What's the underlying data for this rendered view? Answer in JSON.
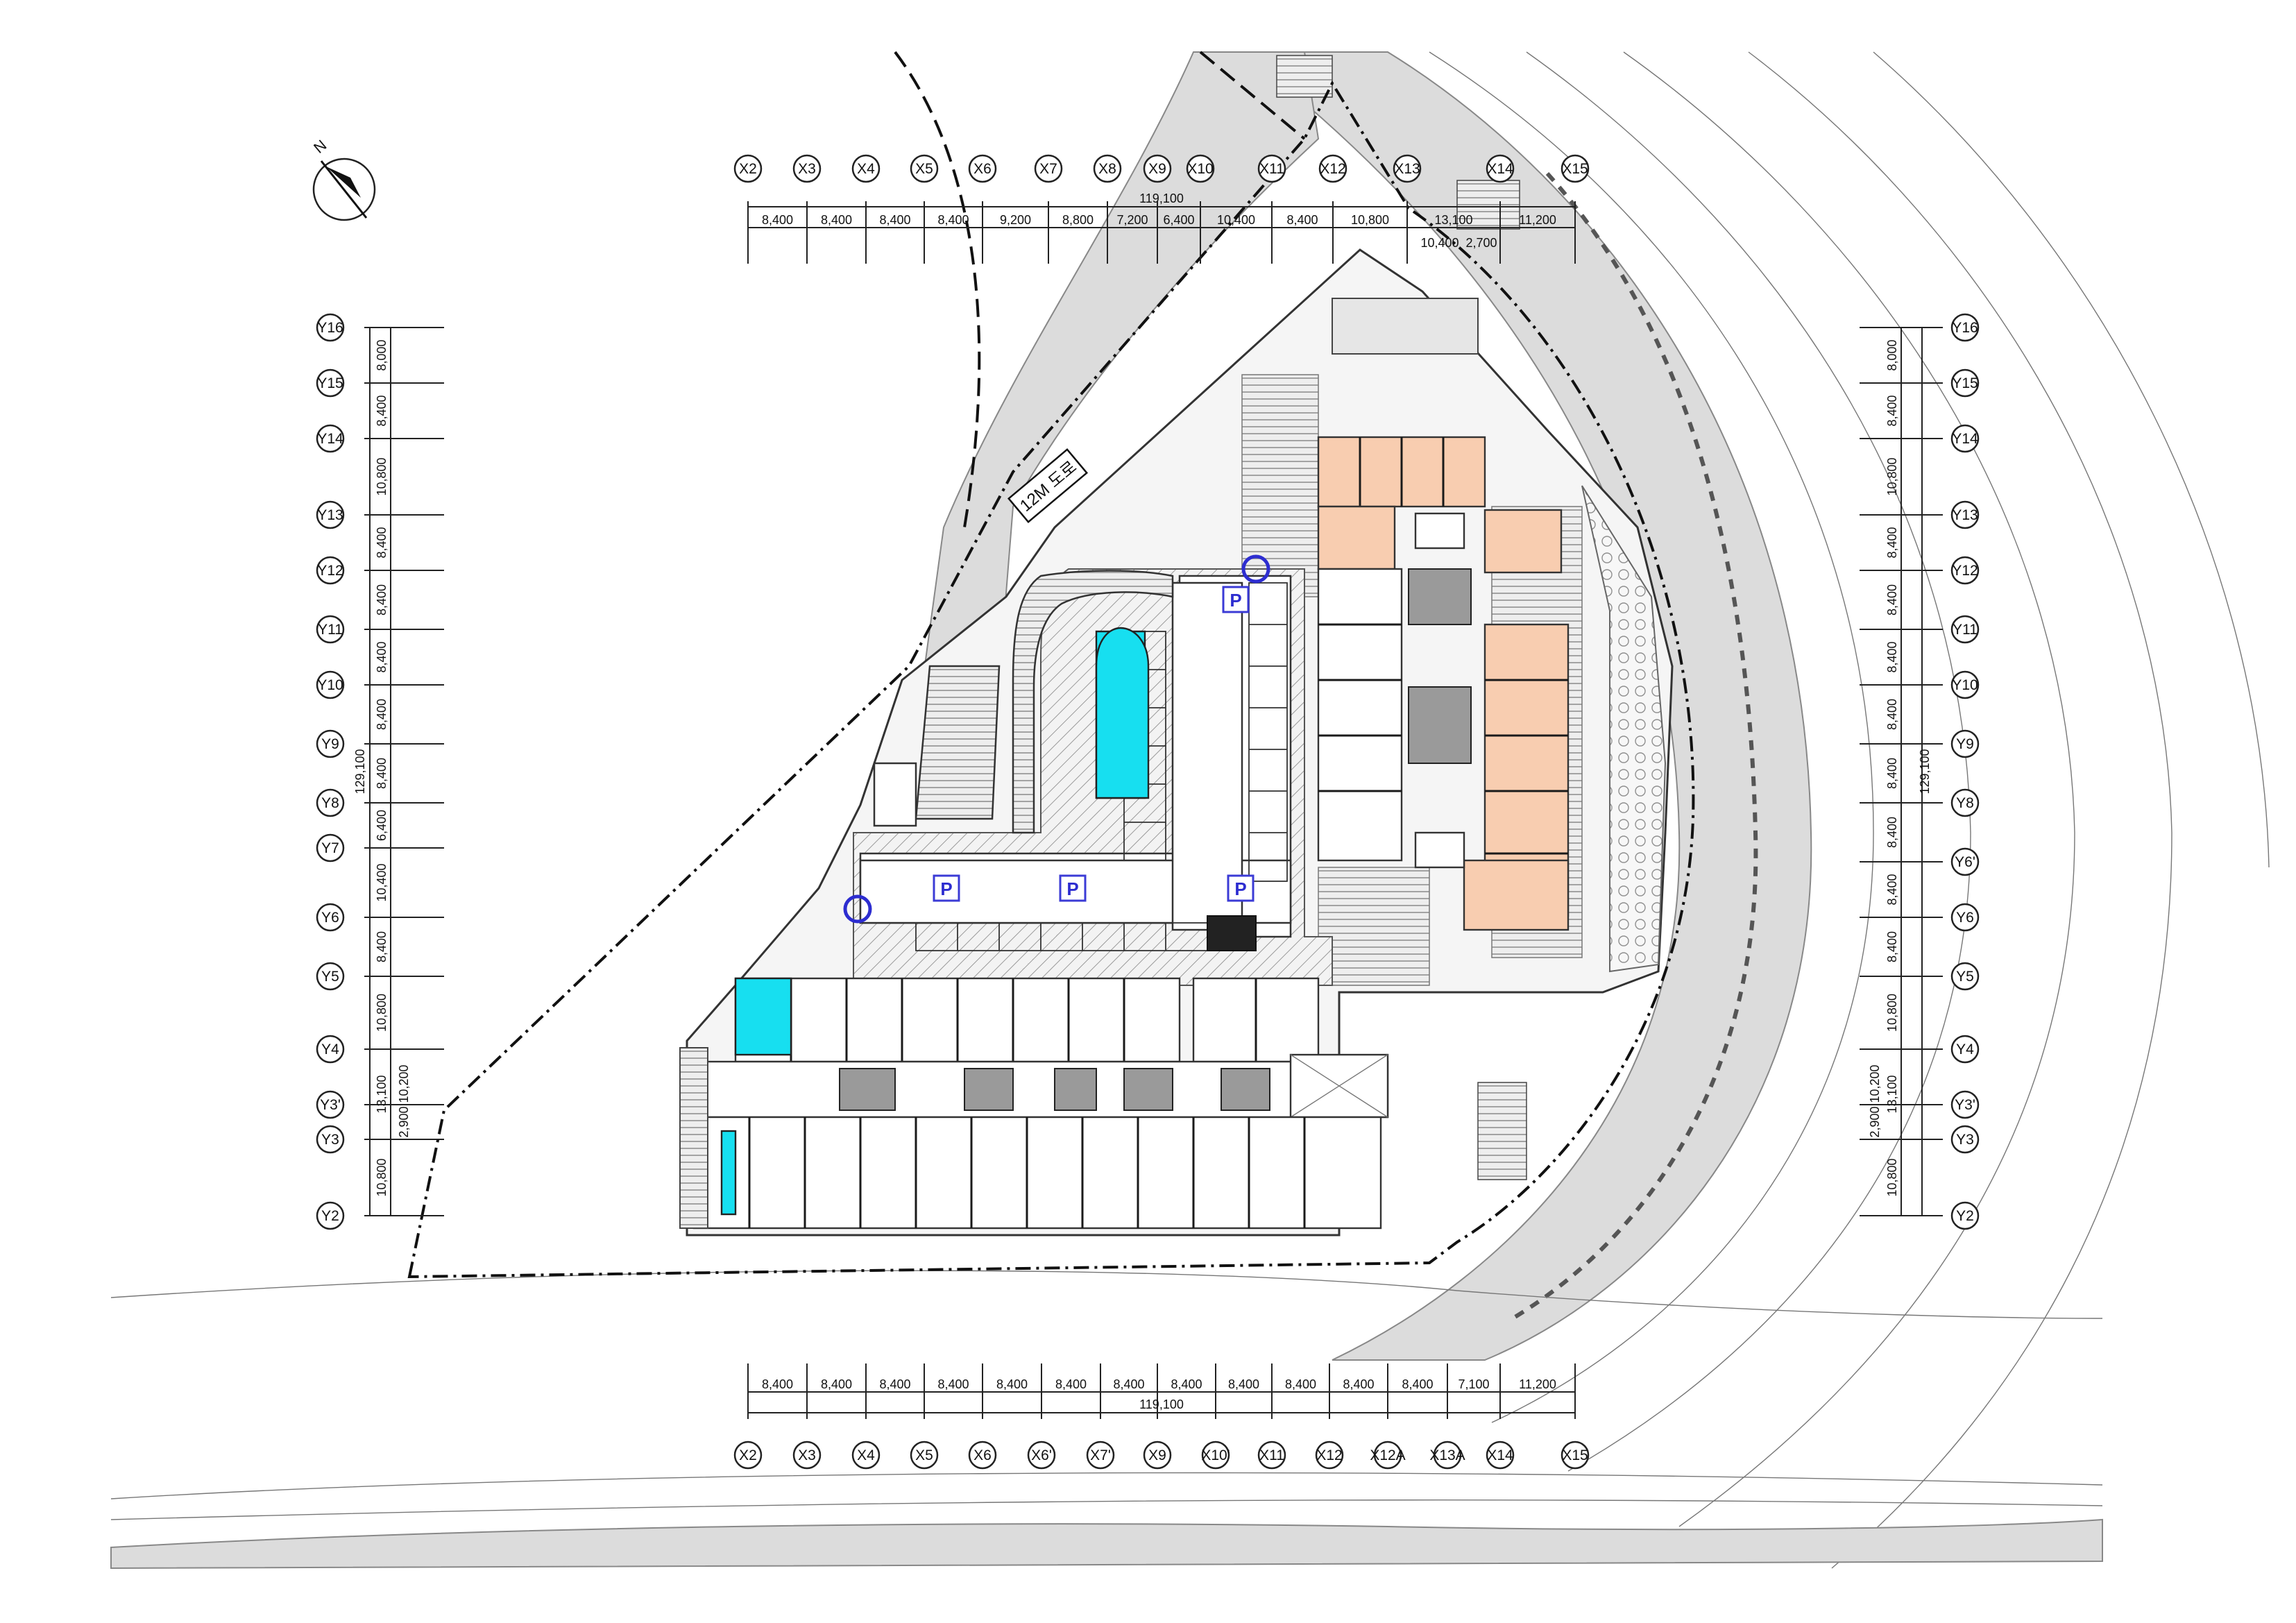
{
  "grid": {
    "top_columns": [
      "X2",
      "X3",
      "X4",
      "X5",
      "X6",
      "X7",
      "X8",
      "X9",
      "X10",
      "X11",
      "X12",
      "X13",
      "X14",
      "X15"
    ],
    "bottom_columns": [
      "X2",
      "X3",
      "X4",
      "X5",
      "X6",
      "X6'",
      "X7'",
      "X9",
      "X10'",
      "X11",
      "X12",
      "X12A",
      "X13A",
      "X14",
      "X15"
    ],
    "rows": [
      "Y16",
      "Y15",
      "Y14",
      "Y13",
      "Y12",
      "Y11",
      "Y10",
      "Y9",
      "Y8",
      "Y7",
      "Y6",
      "Y5",
      "Y4",
      "Y3'",
      "Y3",
      "Y2"
    ],
    "right_rows": [
      "Y16",
      "Y15",
      "Y14",
      "Y13",
      "Y12",
      "Y11",
      "Y10",
      "Y9",
      "Y8",
      "Y6'",
      "Y6",
      "Y5",
      "Y4",
      "Y3'",
      "Y3",
      "Y2"
    ]
  },
  "dimensions": {
    "top_total": "119,100",
    "top_spans": [
      "8,400",
      "8,400",
      "8,400",
      "8,400",
      "9,200",
      "8,800",
      "7,200",
      "6,400",
      "10,400",
      "8,400",
      "10,800",
      "13,100",
      "11,200"
    ],
    "top_subspans": [
      "10,400",
      "2,700"
    ],
    "bottom_total": "119,100",
    "bottom_spans": [
      "8,400",
      "8,400",
      "8,400",
      "8,400",
      "8,400",
      "8,400",
      "8,400",
      "8,400",
      "8,400",
      "8,400",
      "8,400",
      "8,400",
      "7,100",
      "11,200"
    ],
    "left_total": "129,100",
    "left_spans": [
      "8,000",
      "8,400",
      "10,800",
      "8,400",
      "8,400",
      "8,400",
      "8,400",
      "8,400",
      "6,400",
      "10,400",
      "8,400",
      "10,800",
      "13,100",
      "10,800"
    ],
    "left_subspans": [
      "10,200",
      "2,900"
    ],
    "right_total": "129,100",
    "right_spans": [
      "8,000",
      "8,400",
      "10,800",
      "8,400",
      "8,400",
      "8,400",
      "8,400",
      "8,400",
      "8,400",
      "8,400",
      "8,400",
      "10,800",
      "13,100",
      "10,800"
    ],
    "right_subspans": [
      "10,200",
      "2,900"
    ]
  },
  "labels": {
    "road": "12M 도로",
    "parking": "P",
    "north": "N"
  },
  "colors": {
    "pool": "#17dff0",
    "retail": "#f8cdb0",
    "parking_sign": "#2d2dd0",
    "road": "#dcdcdc"
  }
}
